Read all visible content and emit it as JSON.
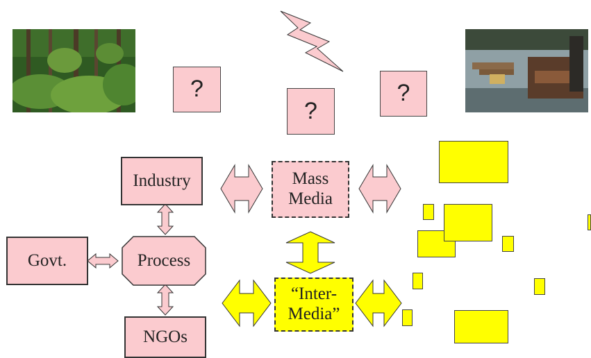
{
  "nodes": {
    "industry": "Industry",
    "govt": "Govt.",
    "process": "Process",
    "ngos": "NGOs",
    "mass_media_1": "Mass",
    "mass_media_2": "Media",
    "inter_media_1": "“Inter-",
    "inter_media_2": "Media”"
  },
  "question_marks": [
    "?",
    "?",
    "?"
  ],
  "images": {
    "left": "forest-photo",
    "right": "logging-photo"
  },
  "colors": {
    "pink": "#fbcbcf",
    "yellow": "#ffff00",
    "border": "#333333"
  }
}
